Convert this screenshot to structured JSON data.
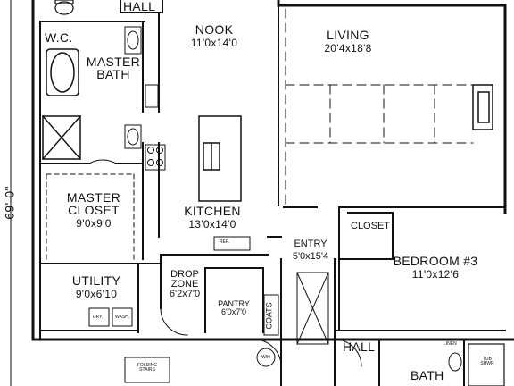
{
  "plan": {
    "overall_dimension": "69'-0\"",
    "rooms": {
      "hall_top": "HALL",
      "wc": "W.C.",
      "master_bath": [
        "MASTER",
        "BATH"
      ],
      "nook": {
        "name": "NOOK",
        "size": "11'0x14'0"
      },
      "living": {
        "name": "LIVING",
        "size": "20'4x18'8"
      },
      "master_closet": {
        "name": [
          "MASTER",
          "CLOSET"
        ],
        "size": "9'0x9'0"
      },
      "kitchen": {
        "name": "KITCHEN",
        "size": "13'0x14'0"
      },
      "entry": {
        "name": "ENTRY",
        "size": "5'0x15'4"
      },
      "closet": "CLOSET",
      "bedroom3": {
        "name": "BEDROOM #3",
        "size": "11'0x12'6"
      },
      "utility": {
        "name": "UTILITY",
        "size": "9'0x6'10"
      },
      "drop_zone": {
        "name": [
          "DROP",
          "ZONE"
        ],
        "size": "6'2x7'0"
      },
      "pantry": {
        "name": "PANTRY",
        "size": "6'0x7'0"
      },
      "coats": "COATS",
      "hall_bottom": "HALL",
      "bath": "BATH"
    },
    "fixtures": {
      "ref": "REF.",
      "dry": "DRY.",
      "wash": "WASH.",
      "linen": "LINEN",
      "folding_stairs": [
        "FOLDING",
        "STAIRS"
      ],
      "wh": "W/H",
      "tub_shower": [
        "TUB",
        "SHWR"
      ]
    }
  }
}
